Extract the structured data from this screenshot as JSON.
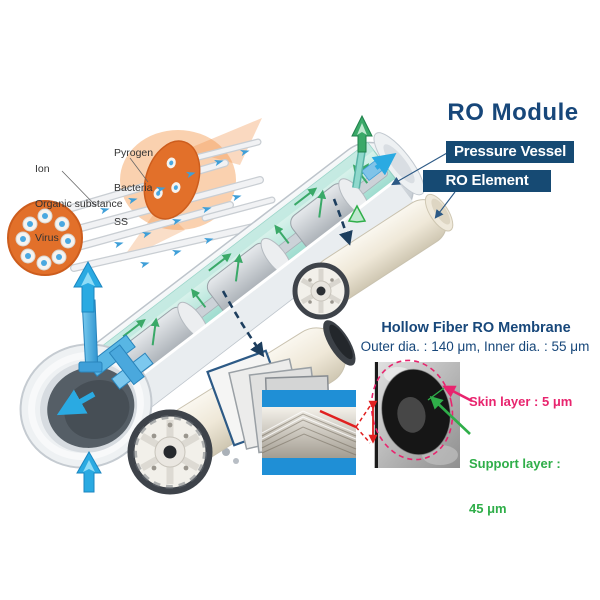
{
  "title": "RO Module",
  "labels": {
    "pressure_vessel": "Pressure Vessel",
    "ro_element": "RO Element"
  },
  "feed_labels": {
    "left": [
      "Ion",
      "Organic substance",
      "Virus"
    ],
    "right": [
      "Pyrogen",
      "Bacteria",
      "SS"
    ]
  },
  "membrane": {
    "heading": "Hollow Fiber RO Membrane",
    "dimensions": "Outer dia. : 140 μm, Inner dia. : 55 μm",
    "skin_layer": "Skin layer : 5 μm",
    "support_layer_line1": "Support layer :",
    "support_layer_line2": "45 μm"
  },
  "colors": {
    "navy_box": "#164a73",
    "navy_text": "#17477a",
    "magenta": "#e8246e",
    "green": "#2fae49",
    "flow_green": "#3aa968",
    "cyan": "#2aaae2",
    "teal_interior": "#bfe6df",
    "orange": "#e2702a",
    "blue_band": "#1f8fd6"
  },
  "icons": {
    "permeate_arrows": "cyan-up-arrow",
    "concentrate_arrow": "green-up-arrow",
    "flow_arrows": "green-flow-arrows",
    "pointer_arrows": "navy-dashed-arrow"
  }
}
